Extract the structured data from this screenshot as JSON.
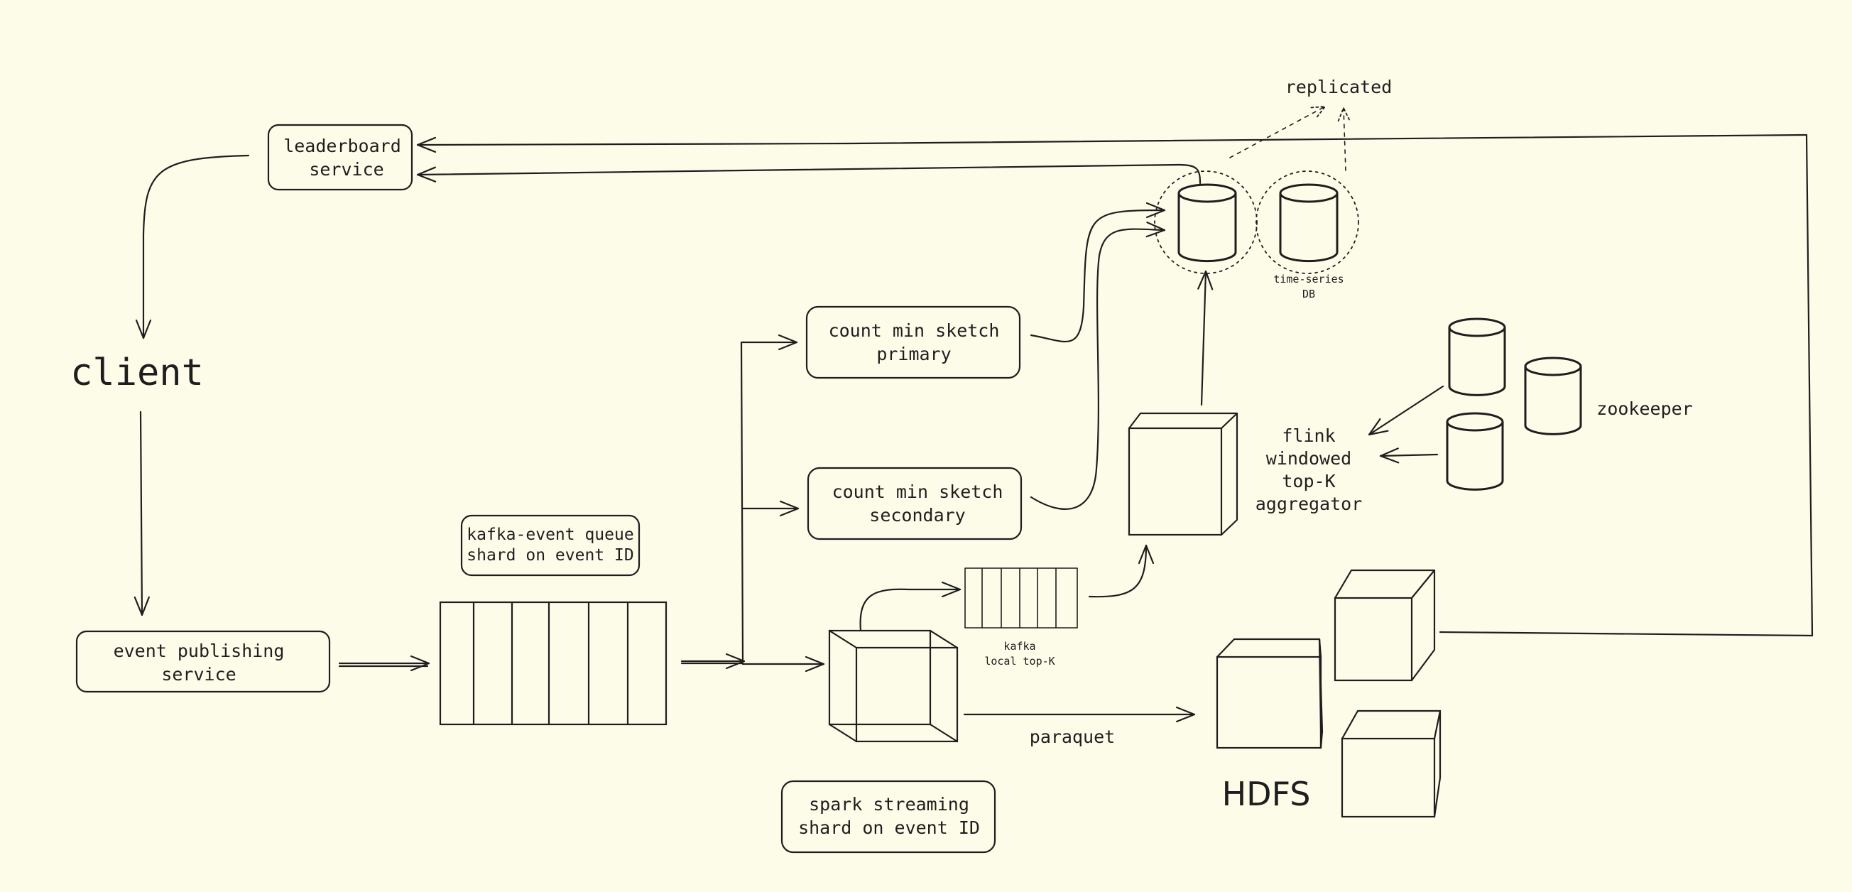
{
  "nodes": {
    "leaderboard_service": [
      "leaderboard",
      "service"
    ],
    "client": "client",
    "event_publishing_service": [
      "event publishing",
      "service"
    ],
    "kafka_event_queue": [
      "kafka-event queue",
      "shard on event ID"
    ],
    "count_min_sketch_primary": [
      "count min sketch",
      "primary"
    ],
    "count_min_sketch_secondary": [
      "count min sketch",
      "secondary"
    ],
    "kafka_local_topk": [
      "kafka",
      "local top-K"
    ],
    "spark_streaming": [
      "spark streaming",
      "shard on event ID"
    ],
    "replicated": "replicated",
    "time_series_db": [
      "time-series",
      "DB"
    ],
    "flink_aggregator": [
      "flink",
      "windowed",
      "top-K",
      "aggregator"
    ],
    "zookeeper": "zookeeper",
    "hdfs": "HDFS"
  },
  "edges": {
    "parquet": "paraquet"
  }
}
